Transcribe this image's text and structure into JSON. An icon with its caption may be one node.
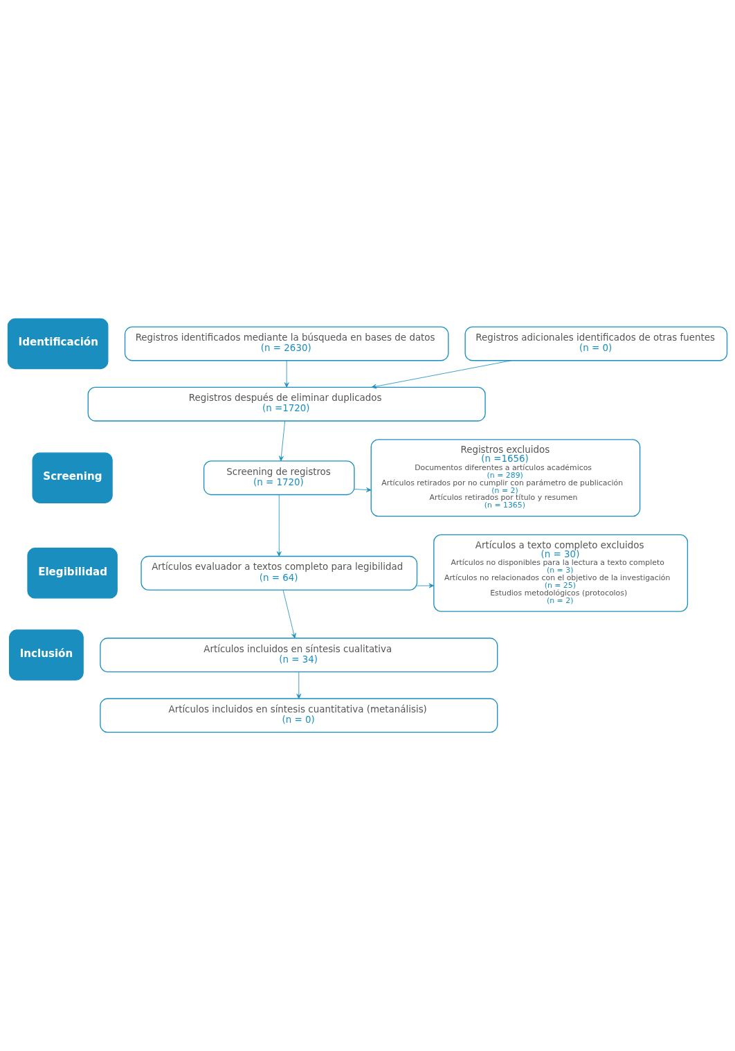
{
  "diagram": {
    "nodes": [
      {
        "text": [
          "Identificación"
        ]
      },
      {
        "text": [
          "Registros identificados mediante la búsqueda en bases de datos",
          "(n = 2630)"
        ]
      },
      {
        "text": [
          "Registros adicionales identificados de otras fuentes",
          "(n = 0)"
        ]
      },
      {
        "text": [
          "Registros después de eliminar duplicados",
          "(n =1720)"
        ]
      },
      {
        "text": [
          "Screening"
        ]
      },
      {
        "text": [
          "Screening de registros",
          "(n = 1720)"
        ]
      },
      {
        "text": [
          "Registros excluidos",
          "(n =1656)",
          "Documentos diferentes a artículos académicos",
          "(n = 289)",
          "Artículos retirados por no cumplir con parámetro de publicación",
          "(n = 2)",
          "Artículos retirados por título y resumen",
          "(n = 1365)"
        ]
      },
      {
        "text": [
          "Elegibilidad"
        ]
      },
      {
        "text": [
          "Artículos evaluador a textos completo para legibilidad",
          "(n = 64)"
        ]
      },
      {
        "text": [
          "Artículos a texto completo excluidos",
          "(n = 30)",
          "Artículos no disponibles para la lectura a texto completo",
          "(n = 3)",
          "Artículos no relacionados con el objetivo de la investigación",
          "(n = 25)",
          "Estudios metodológicos (protocolos)",
          "(n = 2)"
        ]
      },
      {
        "text": [
          "Inclusión"
        ]
      },
      {
        "text": [
          "Artículos incluidos en síntesis cualitativa",
          "(n = 34)"
        ]
      },
      {
        "text": [
          "Artículos incluidos en síntesis cuantitativa (metanálisis)",
          "(n = 0)"
        ]
      }
    ],
    "edges": [
      {
        "from": 1,
        "to": 3,
        "arrow": "to"
      },
      {
        "from": 2,
        "to": 3,
        "arrow": "to"
      },
      {
        "from": 3,
        "to": 5,
        "arrow": "to"
      },
      {
        "from": 5,
        "to": 6,
        "arrow": "to"
      },
      {
        "from": 5,
        "to": 8,
        "arrow": "to"
      },
      {
        "from": 8,
        "to": 9,
        "arrow": "to"
      },
      {
        "from": 8,
        "to": 11,
        "arrow": "to"
      },
      {
        "from": 11,
        "to": 12,
        "arrow": "to"
      }
    ]
  }
}
